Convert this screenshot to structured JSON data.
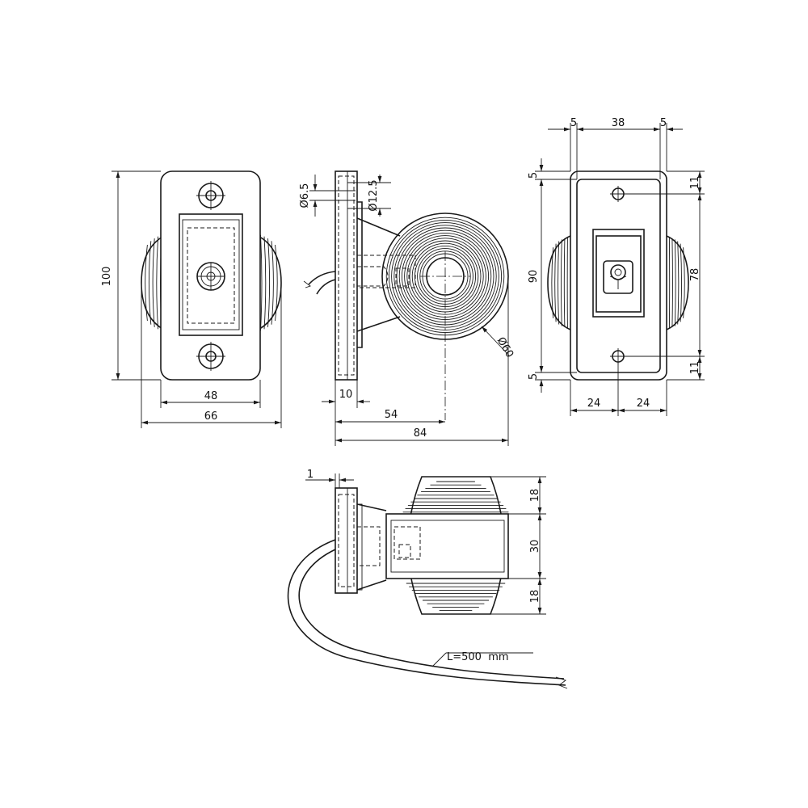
{
  "front_view": {
    "height": "100",
    "inner_width": "48",
    "outer_width": "66"
  },
  "side_view": {
    "hole_small": "Ø6.5",
    "hole_large": "Ø12.5",
    "base_thickness": "10",
    "lens_center_offset": "54",
    "total_depth": "84",
    "lens_diameter": "Ø60"
  },
  "back_view": {
    "left_margin": "5",
    "body_width": "38",
    "right_margin": "5",
    "top_margin": "5",
    "bottom_margin": "5",
    "total_height": "90",
    "hole_spacing": "78",
    "top_hole_offset": "11",
    "bottom_hole_offset": "11",
    "left_half": "24",
    "right_half": "24"
  },
  "top_view": {
    "flange": "1",
    "upper_lens": "18",
    "body_height": "30",
    "lower_lens": "18",
    "cable_length": "L=500  mm"
  }
}
